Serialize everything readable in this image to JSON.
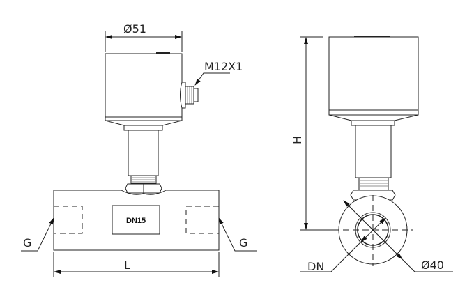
{
  "front_view": {
    "diameter_label": "Ø51",
    "connector_label": "M12X1",
    "body_label": "DN15",
    "port_left_label": "G",
    "port_right_label": "G",
    "length_label": "L"
  },
  "side_view": {
    "height_label": "H",
    "bore_label": "DN",
    "outer_diameter_label": "Ø40"
  }
}
